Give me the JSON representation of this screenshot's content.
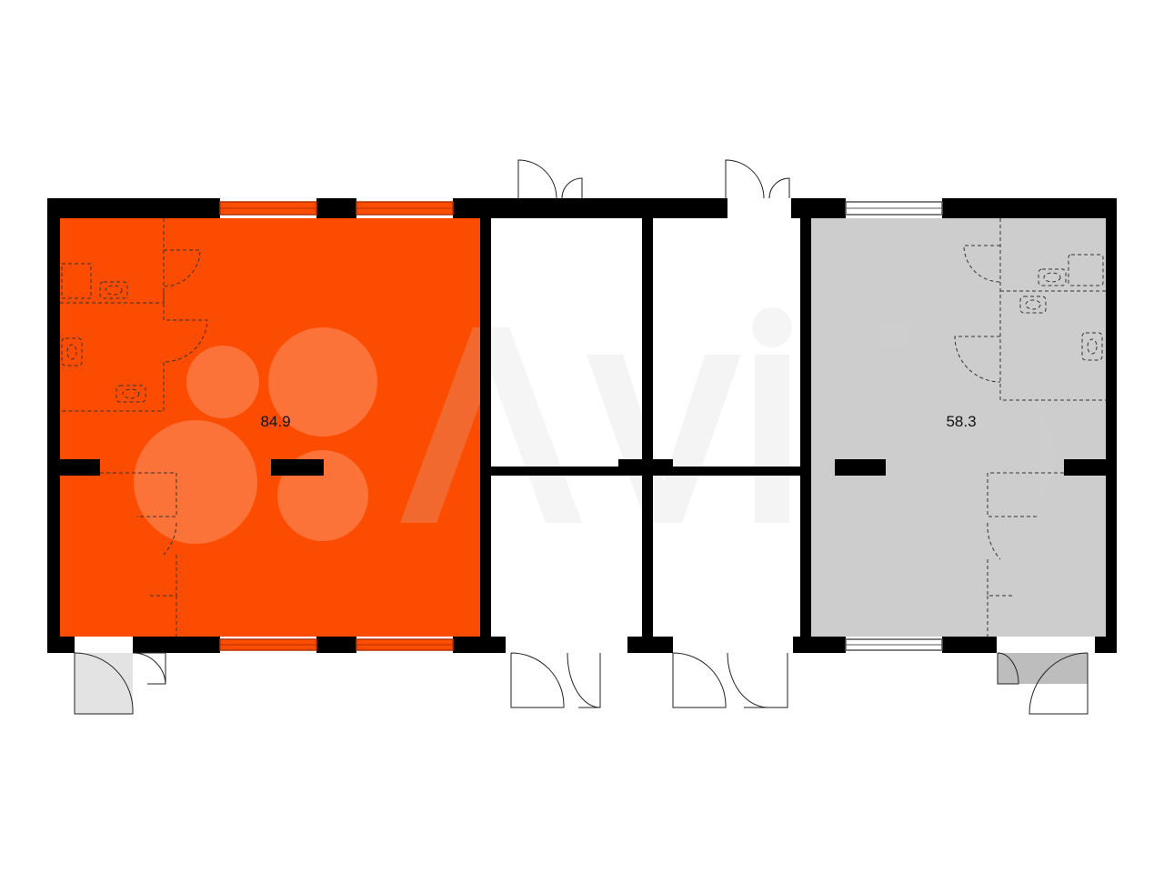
{
  "units": [
    {
      "id": "unit-left",
      "area": "84.9",
      "status": "highlighted",
      "fill": "#FC4C02"
    },
    {
      "id": "unit-right",
      "area": "58.3",
      "status": "inactive",
      "fill": "#CDCDCD"
    }
  ],
  "colors": {
    "highlight": "#FC4C02",
    "inactive": "#CDCDCD",
    "walls": "#000000",
    "corridor": "#FFFFFF",
    "window_frame": "#E04400"
  },
  "watermark": {
    "icon": "avito-logo-icon"
  }
}
